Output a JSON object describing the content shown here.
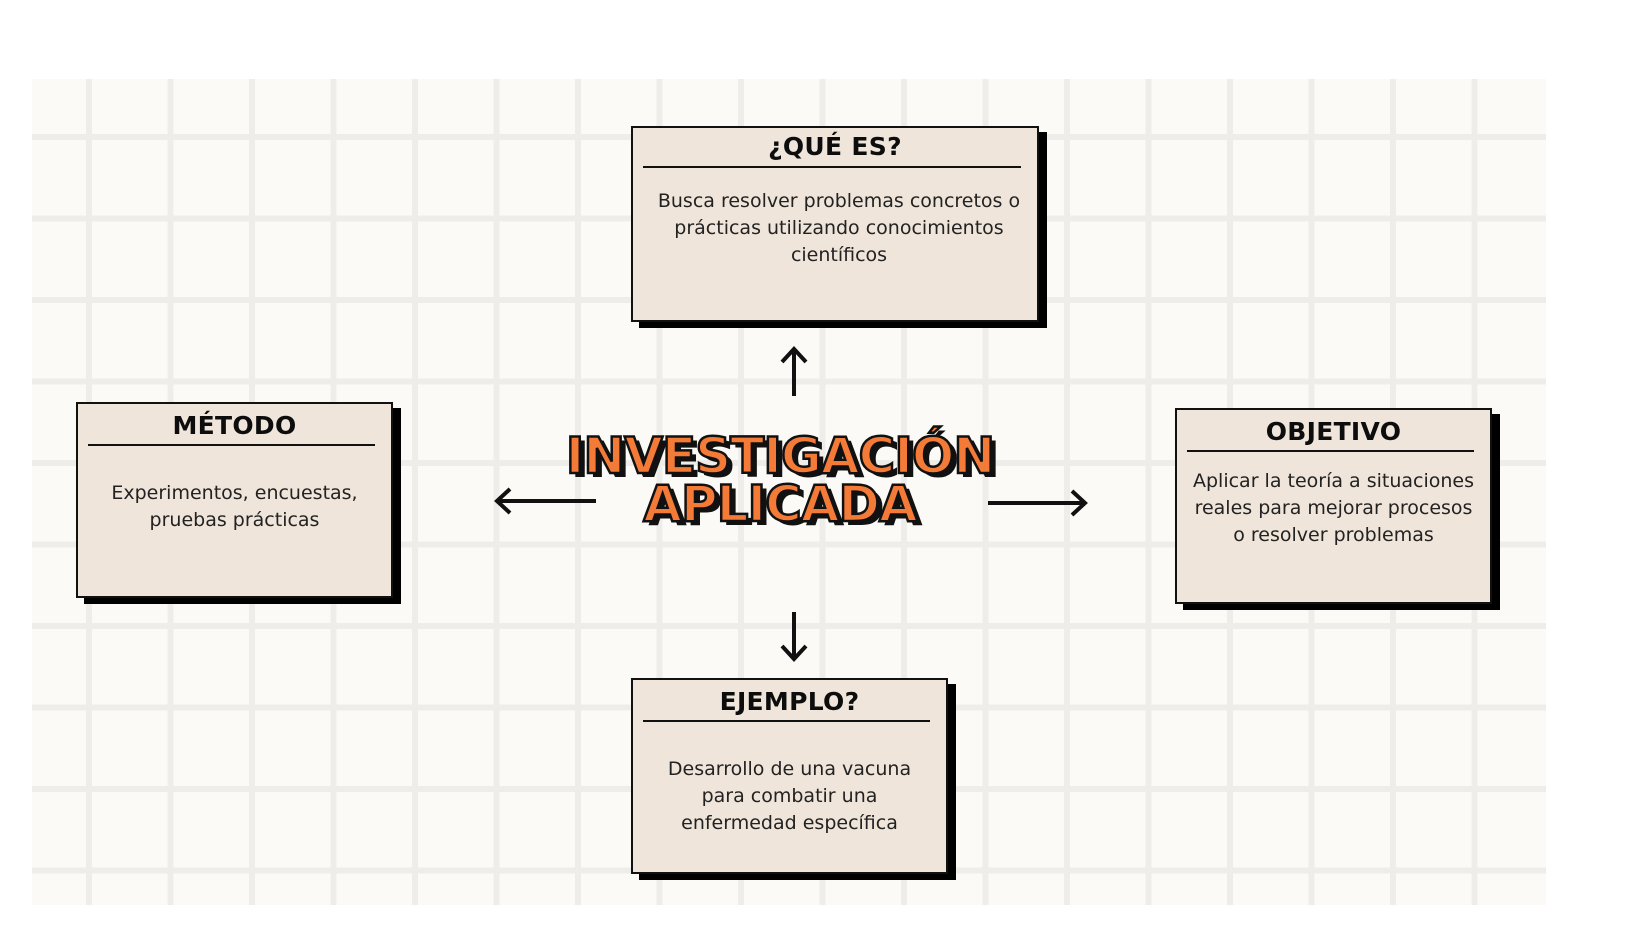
{
  "center": {
    "line1": "INVESTIGACIÓN",
    "line2": "APLICADA",
    "fill_color": "#f47a38",
    "outline_color": "#111111"
  },
  "boxes": {
    "que_es": {
      "title": "¿QUÉ ES?",
      "body": "Busca resolver problemas concretos o prácticas utilizando conocimientos científicos"
    },
    "metodo": {
      "title": "MÉTODO",
      "body": "Experimentos, encuestas, pruebas prácticas"
    },
    "objetivo": {
      "title": "OBJETIVO",
      "body": "Aplicar la teoría a situaciones reales para mejorar procesos o resolver problemas"
    },
    "ejemplo": {
      "title": "EJEMPLO?",
      "body": "Desarrollo de una vacuna para combatir una enfermedad específica"
    }
  },
  "arrows": [
    "up-arrow",
    "left-arrow",
    "right-arrow",
    "down-arrow"
  ],
  "colors": {
    "box_fill": "#efe5da",
    "grid_background": "#fbfaf7",
    "grid_lines": "#efedea"
  }
}
